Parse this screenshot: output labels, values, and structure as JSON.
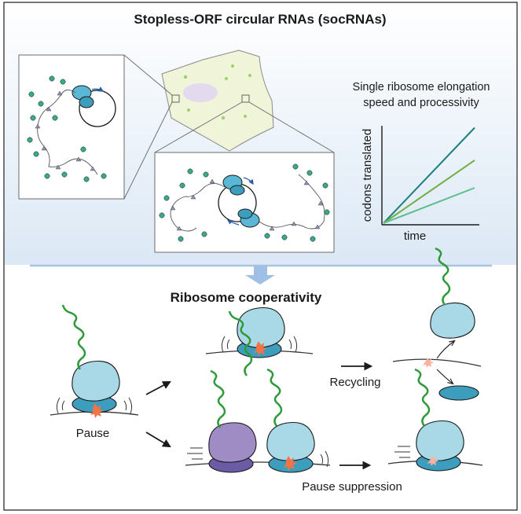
{
  "top_panel": {
    "title": "Stopless-ORF circular RNAs (socRNAs)",
    "plot_caption_line1": "Single ribosome elongation",
    "plot_caption_line2": "speed and processivity"
  },
  "chart_data": {
    "type": "line",
    "xlabel": "time",
    "ylabel": "codons translated",
    "series": [
      {
        "values": [
          [
            0,
            0
          ],
          [
            1,
            1.35
          ]
        ],
        "color": "#1e7f7f"
      },
      {
        "values": [
          [
            0,
            0
          ],
          [
            1,
            0.89
          ]
        ],
        "color": "#6fae3f"
      },
      {
        "values": [
          [
            0,
            0
          ],
          [
            1,
            0.5
          ]
        ],
        "color": "#5cbf8c"
      }
    ]
  },
  "bottom_panel": {
    "title": "Ribosome cooperativity",
    "pause_label": "Pause",
    "recycling_label": "Recycling",
    "pause_suppression_label": "Pause suppression"
  },
  "colors": {
    "top_panel_gradient_start": "#ffffff",
    "top_panel_gradient_end": "#dbe8f5",
    "divider": "#a9c4e3",
    "ribosome_large": "#a9d8e6",
    "ribosome_small": "#3c9dbd",
    "ribosome_purple_large": "#a08cc4",
    "ribosome_purple_small": "#6b5aa6",
    "nascent_chain": "#2f9a3a",
    "pause_site": "#f0744a",
    "cell": "#f0f4d8",
    "nucleus": "#e4daf0",
    "tag_dot": "#3aa98a"
  }
}
